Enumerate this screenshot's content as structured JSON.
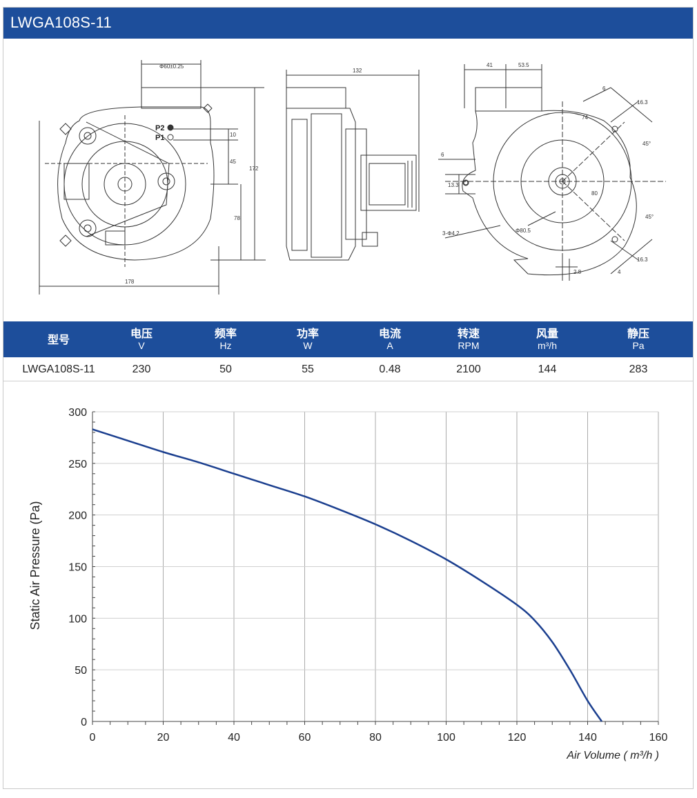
{
  "header": {
    "title": "LWGA108S-11"
  },
  "drawing": {
    "front": {
      "dim_top": "Φ60±0.25",
      "dim_bottom": "178",
      "dim_10": "10",
      "dim_45": "45",
      "dim_78": "78",
      "dim_172": "172",
      "p2": "P2",
      "p1": "P1"
    },
    "side": {
      "dim_top": "132"
    },
    "rear": {
      "dim_41": "41",
      "dim_53_5": "53.5",
      "dim_6_left": "6",
      "dim_13_3_left": "13.3",
      "dim_3_hole": "3-Φ4.2",
      "dim_phi80": "Φ80.5",
      "dim_80": "80",
      "dim_2_8": "2.8",
      "dim_6_top": "6",
      "dim_16_3_top": "16.3",
      "dim_74": "74",
      "dim_45deg_top": "45°",
      "dim_45deg_bot": "45°",
      "dim_16_3_bot": "16.3",
      "dim_4_bot": "4"
    }
  },
  "spec_table": {
    "headers": [
      {
        "zh": "型号",
        "unit": ""
      },
      {
        "zh": "电压",
        "unit": "V"
      },
      {
        "zh": "频率",
        "unit": "Hz"
      },
      {
        "zh": "功率",
        "unit": "W"
      },
      {
        "zh": "电流",
        "unit": "A"
      },
      {
        "zh": "转速",
        "unit": "RPM"
      },
      {
        "zh": "风量",
        "unit": "m³/h"
      },
      {
        "zh": "静压",
        "unit": "Pa"
      }
    ],
    "row": [
      "LWGA108S-11",
      "230",
      "50",
      "55",
      "0.48",
      "2100",
      "144",
      "283"
    ]
  },
  "chart_data": {
    "type": "line",
    "title": "",
    "xlabel": "Air Volume ( m³/h )",
    "ylabel": "Static Air Pressure  (Pa)",
    "xlim": [
      0,
      160
    ],
    "ylim": [
      0,
      300
    ],
    "x_ticks": [
      0,
      20,
      40,
      60,
      80,
      100,
      120,
      140,
      160
    ],
    "y_ticks": [
      0,
      50,
      100,
      150,
      200,
      250,
      300
    ],
    "grid": true,
    "legend": "none",
    "line_color": "#1b3f8f",
    "series": [
      {
        "x": [
          0,
          10,
          20,
          30,
          40,
          50,
          60,
          70,
          80,
          90,
          100,
          110,
          120,
          125,
          130,
          135,
          140,
          144
        ],
        "y": [
          283,
          272,
          261,
          251,
          240,
          229,
          218,
          205,
          191,
          175,
          157,
          136,
          113,
          98,
          77,
          50,
          20,
          0
        ]
      }
    ]
  }
}
